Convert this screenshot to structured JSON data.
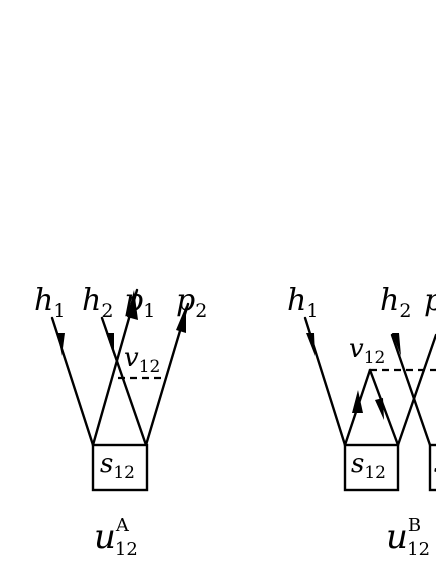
{
  "diagram_a": {
    "labels": {
      "h1": {
        "base": "h",
        "sub": "1"
      },
      "h2": {
        "base": "h",
        "sub": "2"
      },
      "p1": {
        "base": "p",
        "sub": "1"
      },
      "p2": {
        "base": "p",
        "sub": "2"
      }
    },
    "interaction": {
      "base": "v",
      "sub": "12"
    },
    "vertex": {
      "base": "s",
      "sub": "12"
    },
    "caption": {
      "base": "u",
      "sub": "12",
      "sup": "A"
    }
  },
  "diagram_b": {
    "labels": {
      "h1": {
        "base": "h",
        "sub": "1"
      },
      "h2": {
        "base": "h",
        "sub": "2"
      },
      "p1": {
        "base": "p",
        "sub": ""
      }
    },
    "interaction": {
      "base": "v",
      "sub": "12"
    },
    "vertex": {
      "base": "s",
      "sub": "12"
    },
    "vertex_partial": {
      "base": "s",
      "sub": ""
    },
    "caption": {
      "base": "u",
      "sub": "12",
      "sup": "B"
    }
  }
}
